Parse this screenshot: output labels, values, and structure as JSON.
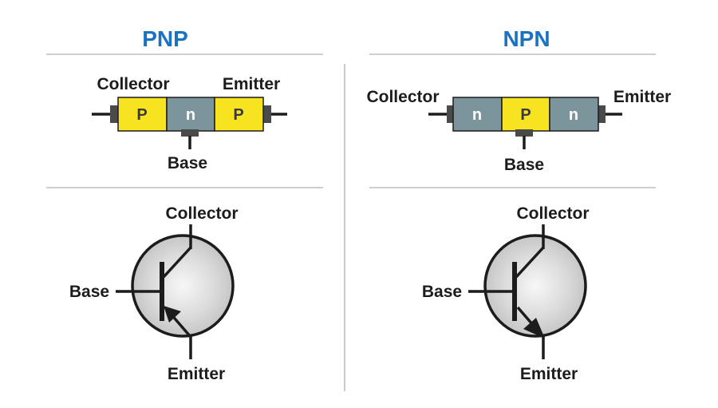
{
  "pnp": {
    "title": "PNP",
    "layers": [
      "P",
      "n",
      "P"
    ],
    "block_labels": {
      "collector": "Collector",
      "emitter": "Emitter",
      "base": "Base"
    },
    "symbol_labels": {
      "collector": "Collector",
      "base": "Base",
      "emitter": "Emitter"
    }
  },
  "npn": {
    "title": "NPN",
    "layers": [
      "n",
      "P",
      "n"
    ],
    "block_labels": {
      "collector": "Collector",
      "emitter": "Emitter",
      "base": "Base"
    },
    "symbol_labels": {
      "collector": "Collector",
      "base": "Base",
      "emitter": "Emitter"
    }
  },
  "colors": {
    "title": "#1a72c0",
    "p_layer": "#f7e31f",
    "n_layer": "#7c959c",
    "p_text": "#3a3a3a",
    "n_text": "#ffffff",
    "outline": "#1c1c1c",
    "separator": "#bdbdbd"
  }
}
